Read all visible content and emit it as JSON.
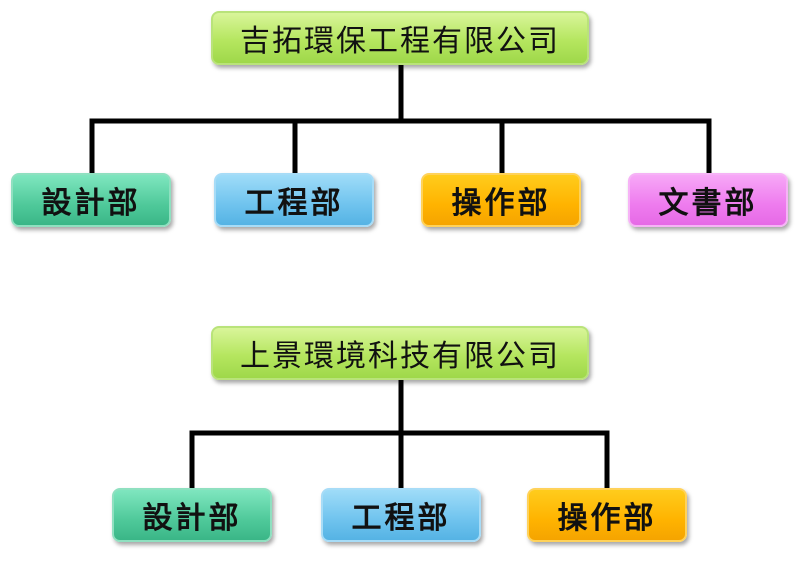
{
  "org_charts": [
    {
      "company": "吉拓環保工程有限公司",
      "departments": [
        "設計部",
        "工程部",
        "操作部",
        "文書部"
      ]
    },
    {
      "company": "上景環境科技有限公司",
      "departments": [
        "設計部",
        "工程部",
        "操作部"
      ]
    }
  ],
  "colors": {
    "root": "#b5e65f",
    "design": "#4fc99a",
    "engineering": "#6fc3ee",
    "operations": "#ffb300",
    "secretarial": "#ee7bee",
    "connector": "#000000"
  }
}
